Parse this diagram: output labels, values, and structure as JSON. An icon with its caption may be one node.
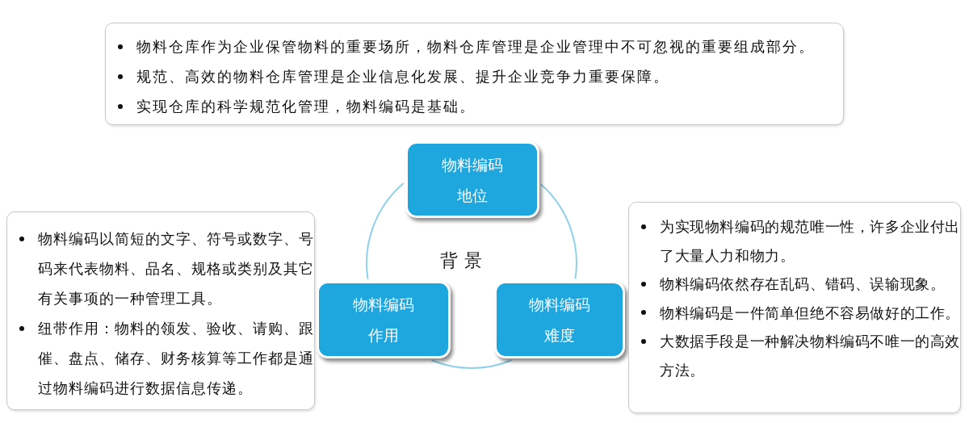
{
  "diagram": {
    "nodes": [
      {
        "text": [
          "物料仓库作为企业保管物料的重要场所，物料仓库管理是企业管理中不可忽视的重要组成部分。",
          "规范、高效的物料仓库管理是企业信息化发展、提升企业竞争力重要保障。",
          "实现仓库的科学规范化管理，物料编码是基础。"
        ]
      },
      {
        "text": [
          "物料编码地位"
        ]
      },
      {
        "text": [
          "物料编码作用"
        ]
      },
      {
        "text": [
          "物料编码难度"
        ]
      },
      {
        "text": [
          "物料编码以简短的文字、符号或数字、号码来代表物料、品名、规格或类别及其它有关事项的一种管理工具。",
          "纽带作用：物料的领发、验收、请购、跟催、盘点、储存、财务核算等工作都是通过物料编码进行数据信息传递。"
        ]
      },
      {
        "text": [
          "为实现物料编码的规范唯一性，许多企业付出了大量人力和物力。",
          "物料编码依然存在乱码、错码、误输现象。",
          "物料编码是一件简单但绝不容易做好的工作。",
          "大数据手段是一种解决物料编码不唯一的高效方法。"
        ]
      }
    ],
    "edges": [
      {
        "from": 1,
        "to": 3,
        "arrow": "none"
      },
      {
        "from": 3,
        "to": 2,
        "arrow": "none"
      },
      {
        "from": 2,
        "to": 1,
        "arrow": "none"
      }
    ],
    "labels": [
      "背景"
    ]
  }
}
